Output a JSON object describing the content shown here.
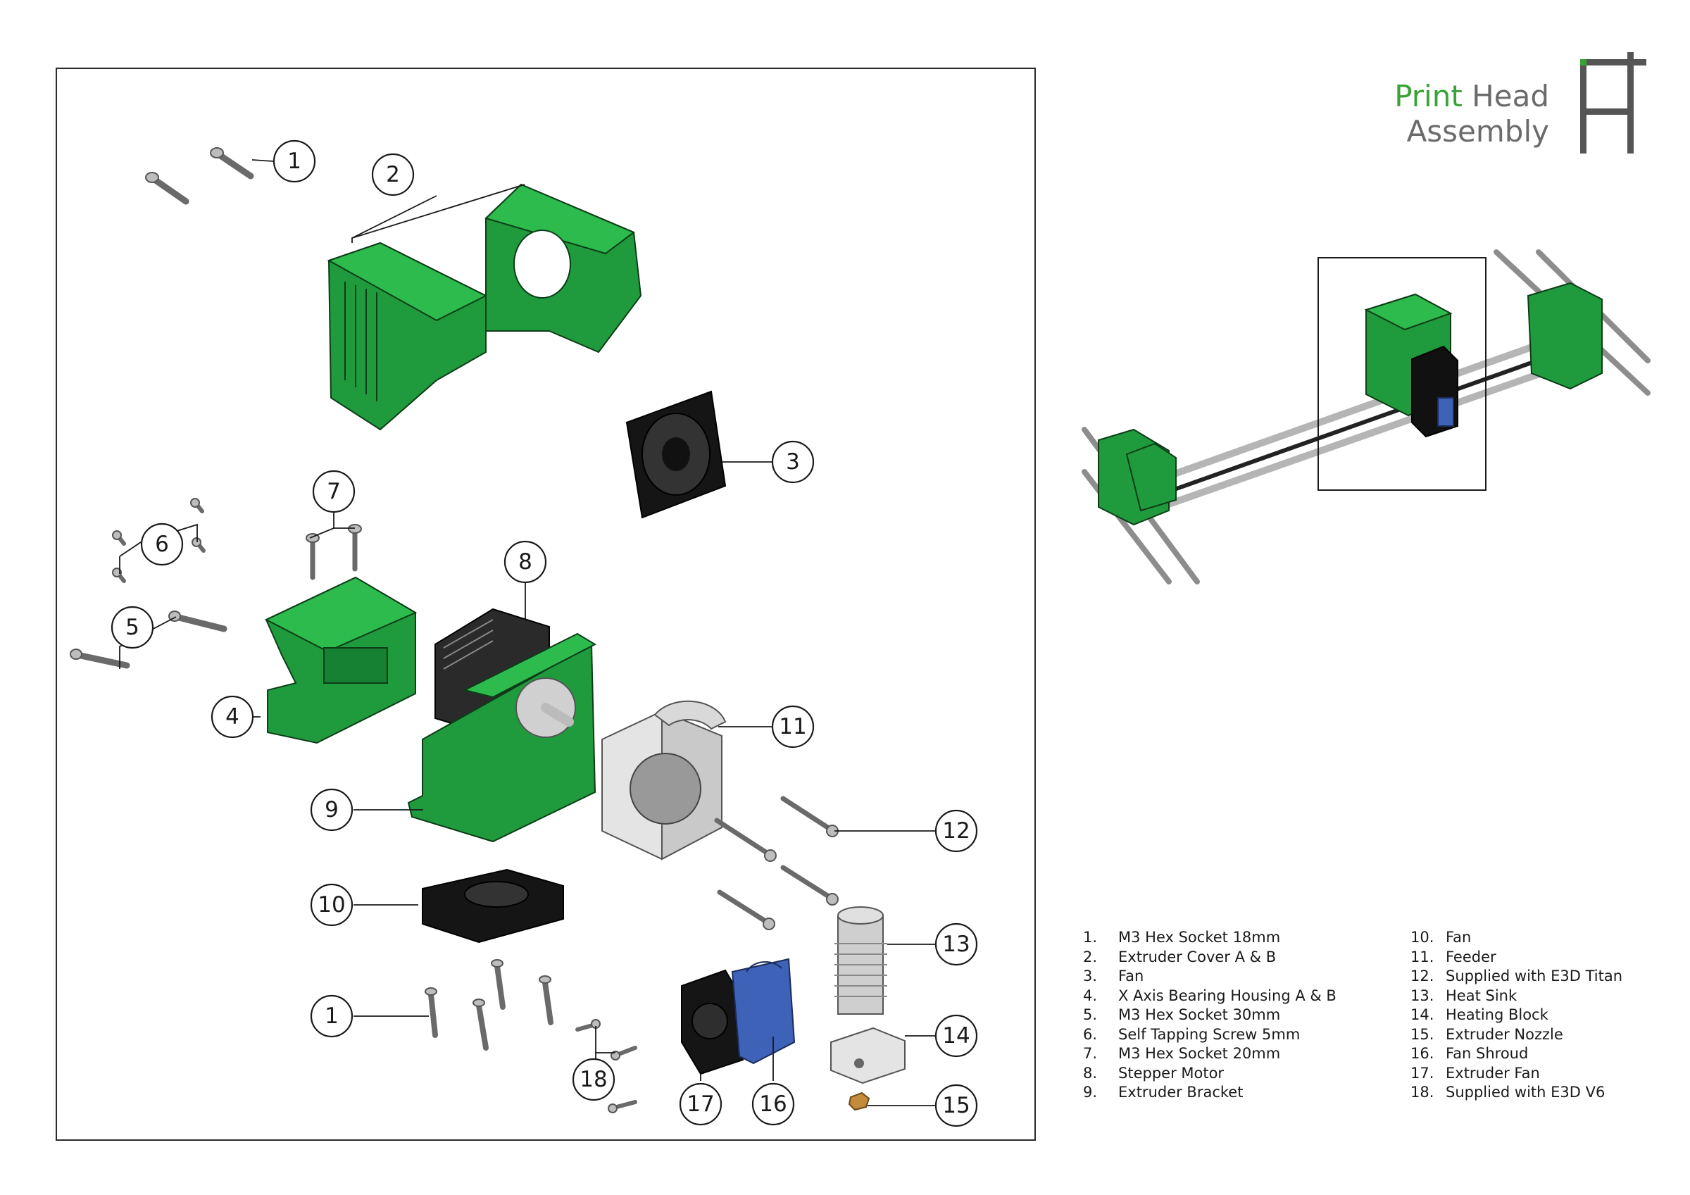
{
  "title": {
    "accent": "Print",
    "rest_line1": "Head",
    "line2": "Assembly"
  },
  "callouts": [
    "1",
    "2",
    "3",
    "4",
    "5",
    "6",
    "7",
    "8",
    "9",
    "10",
    "11",
    "12",
    "13",
    "14",
    "15",
    "16",
    "17",
    "18",
    "1"
  ],
  "parts_list": [
    {
      "num": "1.",
      "label": "M3 Hex Socket 18mm"
    },
    {
      "num": "2.",
      "label": "Extruder Cover A & B"
    },
    {
      "num": "3.",
      "label": "Fan"
    },
    {
      "num": "4.",
      "label": "X Axis Bearing Housing A & B"
    },
    {
      "num": "5.",
      "label": "M3 Hex Socket 30mm"
    },
    {
      "num": "6.",
      "label": "Self Tapping Screw 5mm"
    },
    {
      "num": "7.",
      "label": "M3 Hex Socket 20mm"
    },
    {
      "num": "8.",
      "label": "Stepper Motor"
    },
    {
      "num": "9.",
      "label": "Extruder Bracket"
    },
    {
      "num": "10.",
      "label": "Fan"
    },
    {
      "num": "11.",
      "label": "Feeder"
    },
    {
      "num": "12.",
      "label": "Supplied with E3D Titan"
    },
    {
      "num": "13.",
      "label": "Heat Sink"
    },
    {
      "num": "14.",
      "label": "Heating Block"
    },
    {
      "num": "15.",
      "label": "Extruder Nozzle"
    },
    {
      "num": "16.",
      "label": "Fan Shroud"
    },
    {
      "num": "17.",
      "label": "Extruder Fan"
    },
    {
      "num": "18.",
      "label": "Supplied with E3D V6"
    }
  ],
  "colors": {
    "part_green": "#1f9a3c",
    "title_accent": "#3aa335",
    "title_gray": "#6b6b6b",
    "shroud_blue": "#3e62b8"
  }
}
